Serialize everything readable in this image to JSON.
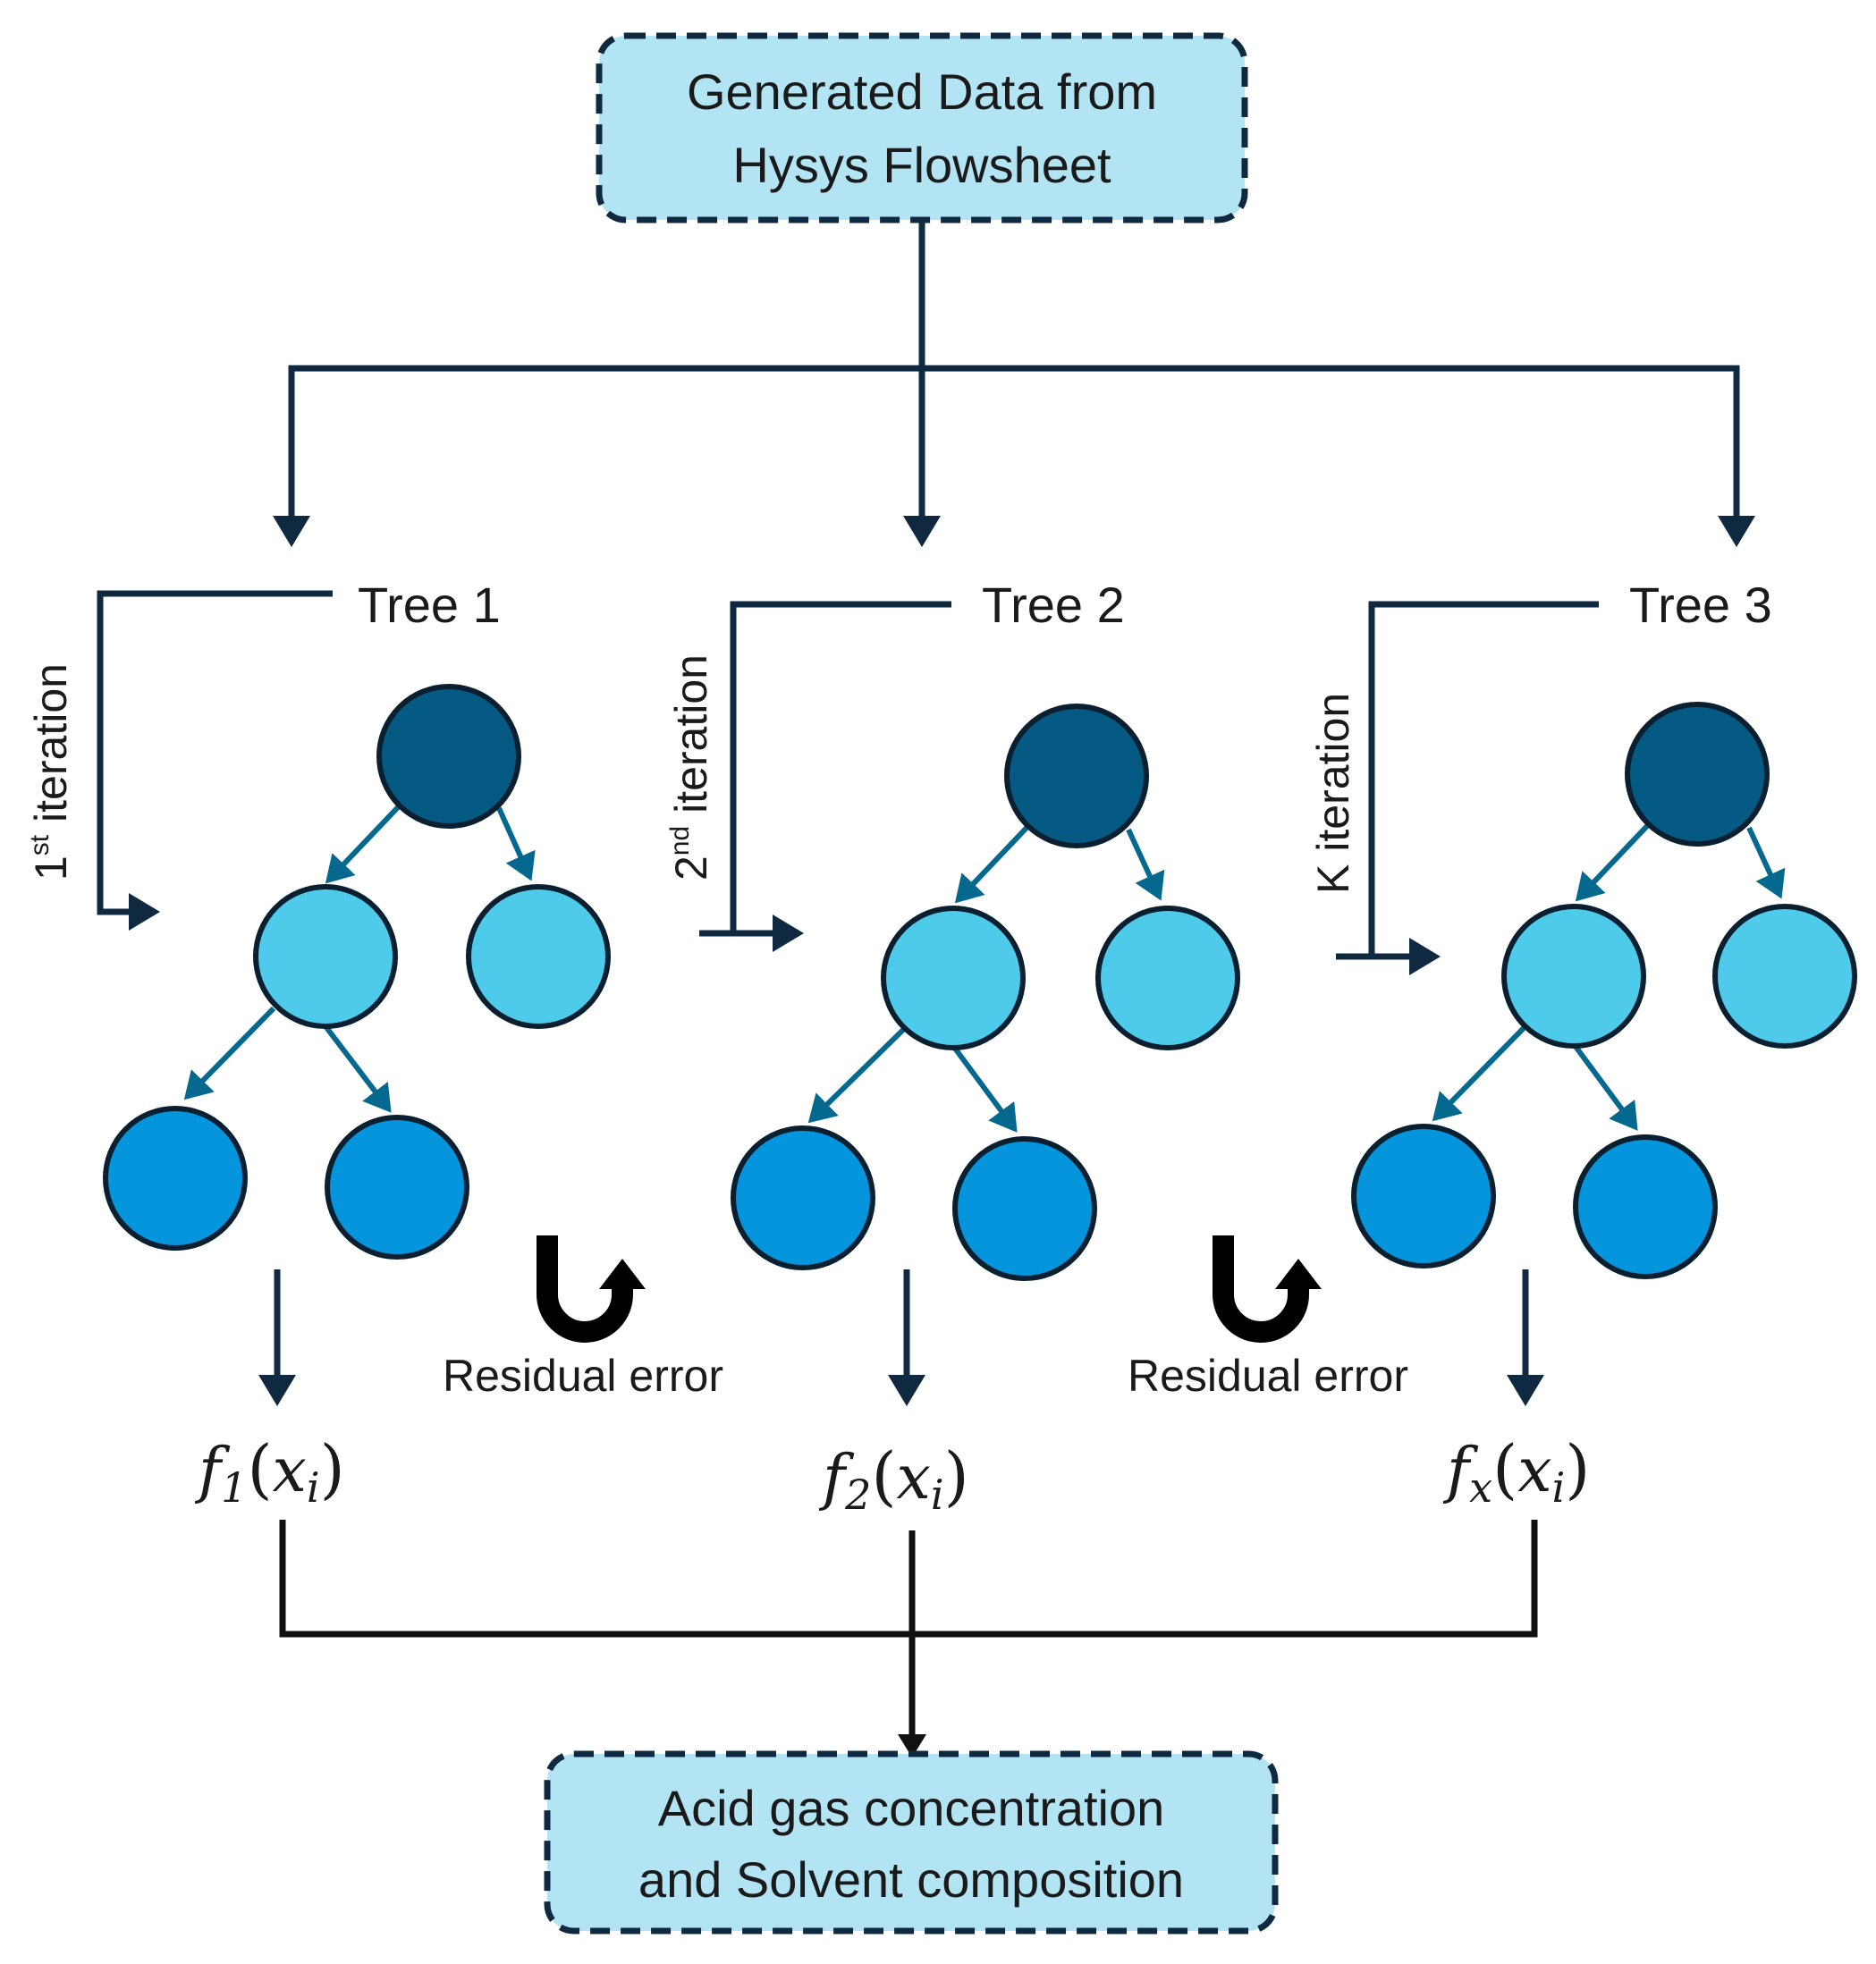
{
  "input_box": {
    "line1": "Generated Data from",
    "line2": "Hysys Flowsheet"
  },
  "output_box": {
    "line1": "Acid gas concentration",
    "line2": "and Solvent composition"
  },
  "trees": [
    {
      "label": "Tree 1",
      "iteration_main": "1",
      "iteration_sup": "st",
      "iteration_rest": " iteration",
      "func_base": "f",
      "func_sub": "1",
      "func_arg": "x",
      "func_arg_sub": "i"
    },
    {
      "label": "Tree 2",
      "iteration_main": "2",
      "iteration_sup": "nd",
      "iteration_rest": " iteration",
      "func_base": "f",
      "func_sub": "2",
      "func_arg": "x",
      "func_arg_sub": "i"
    },
    {
      "label": "Tree 3",
      "iteration_main": "K iteration",
      "iteration_sup": "",
      "iteration_rest": "",
      "func_base": "f",
      "func_sub": "x",
      "func_arg": "x",
      "func_arg_sub": "i"
    }
  ],
  "residual_labels": [
    "Residual error",
    "Residual error"
  ],
  "colors": {
    "root_node": "#045a83",
    "middle_node": "#4ecbea",
    "leaf_node": "#0495dc",
    "edge": "#05698f",
    "box_fill": "#b3e4f3",
    "flow_line": "#0f2a40"
  }
}
